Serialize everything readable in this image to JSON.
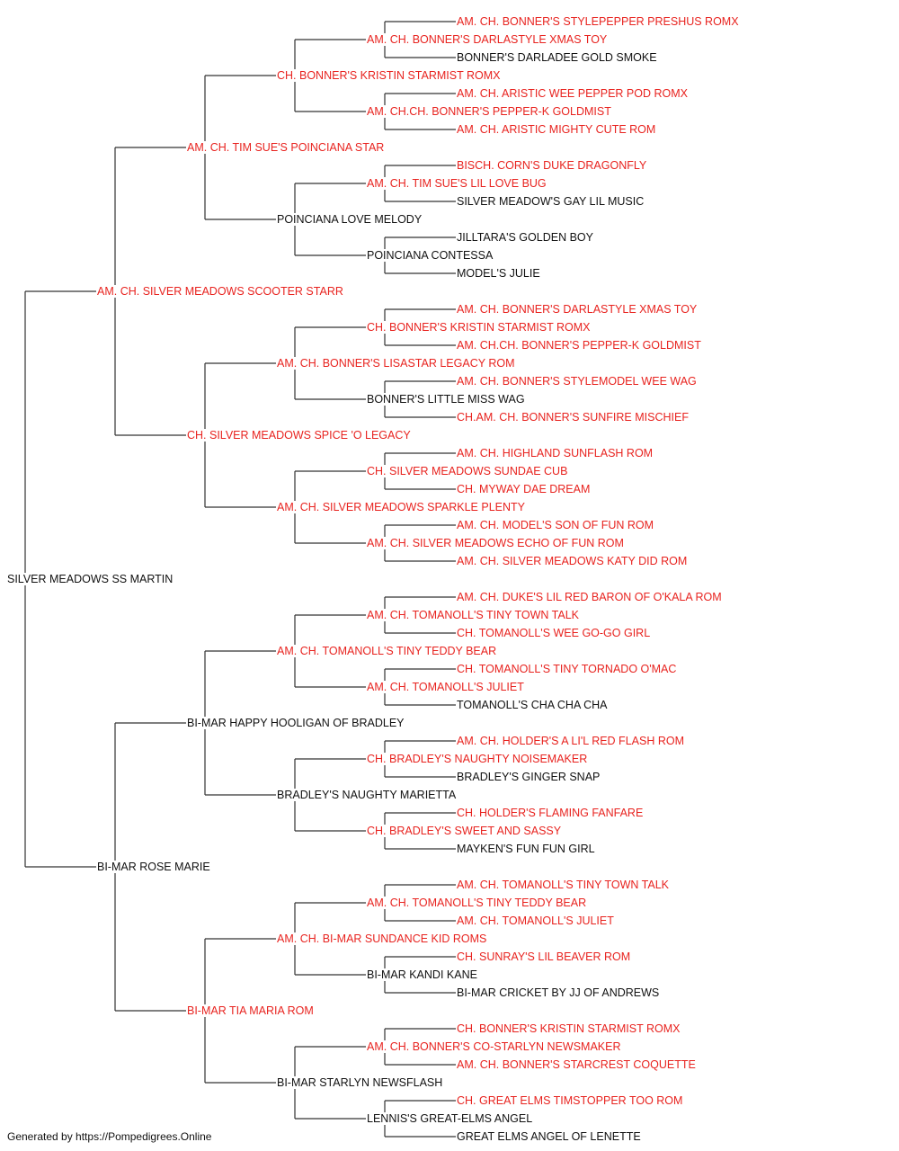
{
  "colors": {
    "champion": "#e8231f",
    "normal": "#111111",
    "line": "#333333"
  },
  "pedigree": {
    "name": "SILVER MEADOWS SS MARTIN",
    "champion": false,
    "sire": {
      "name": "AM. CH. SILVER MEADOWS SCOOTER STARR",
      "champion": true,
      "sire": {
        "name": "AM. CH. TIM SUE'S POINCIANA STAR",
        "champion": true,
        "sire": {
          "name": "CH. BONNER'S KRISTIN STARMIST ROMX",
          "champion": true,
          "sire": {
            "name": "AM. CH. BONNER'S DARLASTYLE XMAS TOY",
            "champion": true,
            "sire": {
              "name": "AM. CH. BONNER'S STYLEPEPPER PRESHUS ROMX",
              "champion": true
            },
            "dam": {
              "name": "BONNER'S DARLADEE GOLD SMOKE",
              "champion": false
            }
          },
          "dam": {
            "name": "AM. CH.CH. BONNER'S PEPPER-K GOLDMIST",
            "champion": true,
            "sire": {
              "name": "AM. CH. ARISTIC WEE PEPPER POD ROMX",
              "champion": true
            },
            "dam": {
              "name": "AM. CH. ARISTIC MIGHTY CUTE ROM",
              "champion": true
            }
          }
        },
        "dam": {
          "name": "POINCIANA LOVE MELODY",
          "champion": false,
          "sire": {
            "name": "AM. CH. TIM SUE'S LIL LOVE BUG",
            "champion": true,
            "sire": {
              "name": "BISCH. CORN'S DUKE DRAGONFLY",
              "champion": true
            },
            "dam": {
              "name": "SILVER MEADOW'S GAY LIL MUSIC",
              "champion": false
            }
          },
          "dam": {
            "name": "POINCIANA CONTESSA",
            "champion": false,
            "sire": {
              "name": "JILLTARA'S GOLDEN BOY",
              "champion": false
            },
            "dam": {
              "name": "MODEL'S JULIE",
              "champion": false
            }
          }
        }
      },
      "dam": {
        "name": "CH. SILVER MEADOWS SPICE 'O LEGACY",
        "champion": true,
        "sire": {
          "name": "AM. CH. BONNER'S LISASTAR LEGACY ROM",
          "champion": true,
          "sire": {
            "name": "CH. BONNER'S KRISTIN STARMIST ROMX",
            "champion": true,
            "sire": {
              "name": "AM. CH. BONNER'S DARLASTYLE XMAS TOY",
              "champion": true
            },
            "dam": {
              "name": "AM. CH.CH. BONNER'S PEPPER-K GOLDMIST",
              "champion": true
            }
          },
          "dam": {
            "name": "BONNER'S LITTLE MISS WAG",
            "champion": false,
            "sire": {
              "name": "AM. CH. BONNER'S STYLEMODEL WEE WAG",
              "champion": true
            },
            "dam": {
              "name": "CH.AM. CH. BONNER'S SUNFIRE MISCHIEF",
              "champion": true
            }
          }
        },
        "dam": {
          "name": "AM. CH. SILVER MEADOWS SPARKLE PLENTY",
          "champion": true,
          "sire": {
            "name": "CH. SILVER MEADOWS SUNDAE CUB",
            "champion": true,
            "sire": {
              "name": "AM. CH. HIGHLAND SUNFLASH ROM",
              "champion": true
            },
            "dam": {
              "name": "CH. MYWAY DAE DREAM",
              "champion": true
            }
          },
          "dam": {
            "name": "AM. CH. SILVER MEADOWS ECHO OF FUN ROM",
            "champion": true,
            "sire": {
              "name": "AM. CH. MODEL'S SON OF FUN ROM",
              "champion": true
            },
            "dam": {
              "name": "AM. CH. SILVER MEADOWS KATY DID ROM",
              "champion": true
            }
          }
        }
      }
    },
    "dam": {
      "name": "BI-MAR ROSE MARIE",
      "champion": false,
      "sire": {
        "name": "BI-MAR HAPPY HOOLIGAN OF BRADLEY",
        "champion": false,
        "sire": {
          "name": "AM. CH. TOMANOLL'S TINY TEDDY BEAR",
          "champion": true,
          "sire": {
            "name": "AM. CH. TOMANOLL'S TINY TOWN TALK",
            "champion": true,
            "sire": {
              "name": "AM. CH. DUKE'S LIL RED BARON OF O'KALA ROM",
              "champion": true
            },
            "dam": {
              "name": "CH. TOMANOLL'S WEE GO-GO GIRL",
              "champion": true
            }
          },
          "dam": {
            "name": "AM. CH. TOMANOLL'S JULIET",
            "champion": true,
            "sire": {
              "name": "CH. TOMANOLL'S TINY TORNADO O'MAC",
              "champion": true
            },
            "dam": {
              "name": "TOMANOLL'S CHA CHA CHA",
              "champion": false
            }
          }
        },
        "dam": {
          "name": "BRADLEY'S NAUGHTY MARIETTA",
          "champion": false,
          "sire": {
            "name": "CH. BRADLEY'S NAUGHTY NOISEMAKER",
            "champion": true,
            "sire": {
              "name": "AM. CH. HOLDER'S A LI'L RED FLASH ROM",
              "champion": true
            },
            "dam": {
              "name": "BRADLEY'S GINGER SNAP",
              "champion": false
            }
          },
          "dam": {
            "name": "CH. BRADLEY'S SWEET AND SASSY",
            "champion": true,
            "sire": {
              "name": "CH. HOLDER'S FLAMING FANFARE",
              "champion": true
            },
            "dam": {
              "name": "MAYKEN'S FUN FUN GIRL",
              "champion": false
            }
          }
        }
      },
      "dam": {
        "name": "BI-MAR TIA MARIA ROM",
        "champion": true,
        "sire": {
          "name": "AM. CH. BI-MAR SUNDANCE KID ROMS",
          "champion": true,
          "sire": {
            "name": "AM. CH. TOMANOLL'S TINY TEDDY BEAR",
            "champion": true,
            "sire": {
              "name": "AM. CH. TOMANOLL'S TINY TOWN TALK",
              "champion": true
            },
            "dam": {
              "name": "AM. CH. TOMANOLL'S JULIET",
              "champion": true
            }
          },
          "dam": {
            "name": "BI-MAR KANDI KANE",
            "champion": false,
            "sire": {
              "name": "CH. SUNRAY'S LIL BEAVER ROM",
              "champion": true
            },
            "dam": {
              "name": "BI-MAR CRICKET BY JJ OF ANDREWS",
              "champion": false
            }
          }
        },
        "dam": {
          "name": "BI-MAR STARLYN NEWSFLASH",
          "champion": false,
          "sire": {
            "name": "AM. CH. BONNER'S CO-STARLYN NEWSMAKER",
            "champion": true,
            "sire": {
              "name": "CH. BONNER'S KRISTIN STARMIST ROMX",
              "champion": true
            },
            "dam": {
              "name": "AM. CH. BONNER'S STARCREST COQUETTE",
              "champion": true
            }
          },
          "dam": {
            "name": "LENNIS'S GREAT-ELMS ANGEL",
            "champion": false,
            "sire": {
              "name": "CH. GREAT ELMS TIMSTOPPER TOO ROM",
              "champion": true
            },
            "dam": {
              "name": "GREAT ELMS ANGEL OF LENETTE",
              "champion": false
            }
          }
        }
      }
    }
  },
  "footer": "Generated by https://Pompedigrees.Online"
}
